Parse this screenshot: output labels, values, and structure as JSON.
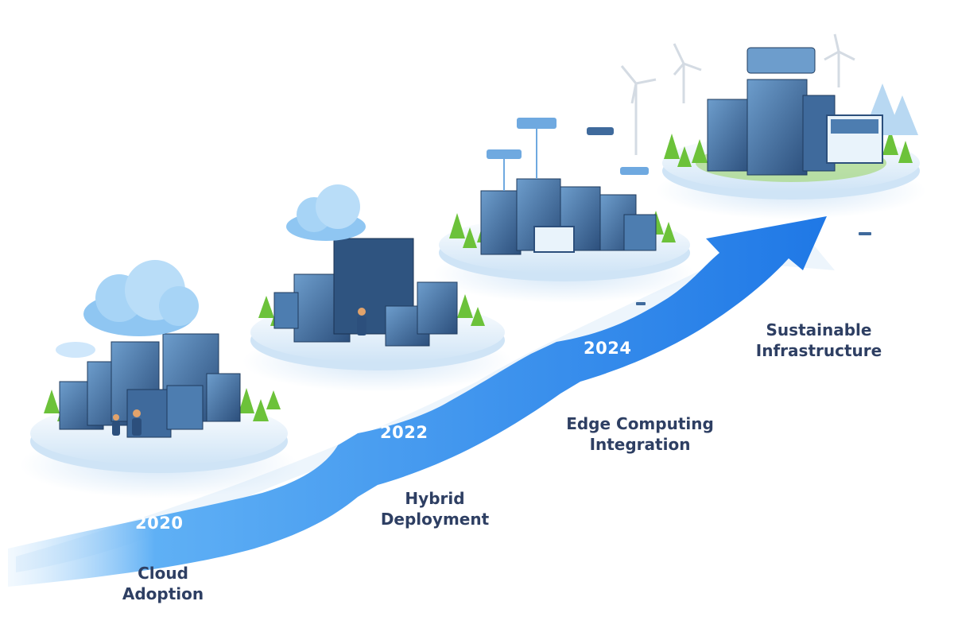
{
  "milestones": [
    {
      "year": "2020",
      "label": "Cloud\nAdoption"
    },
    {
      "year": "2022",
      "label": "Hybrid\nDeployment"
    },
    {
      "year": "2024",
      "label": "Edge Computing\nIntegration"
    },
    {
      "year": "",
      "label": "Sustainable\nInfrastructure"
    }
  ],
  "colors": {
    "arrow_dark": "#1f78e6",
    "arrow_light": "#5fb0f5",
    "server_dark": "#2c4f7c",
    "server_light": "#6d9dcc",
    "tree": "#6cc23a",
    "platform": "#e9f3fb",
    "cloud": "#8fc6f2",
    "text": "#2e3f63"
  },
  "icons": [
    "cloud-icon",
    "server-rack-icon",
    "tree-icon",
    "wind-turbine-icon",
    "drone-icon",
    "person-icon"
  ]
}
